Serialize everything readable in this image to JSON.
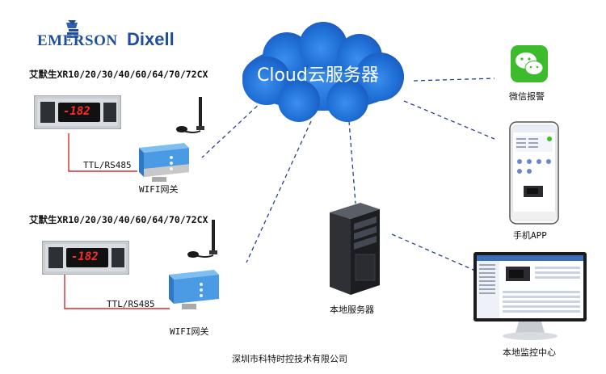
{
  "brands": {
    "emerson": "EMERSON",
    "dixell": "Dixell",
    "colors": {
      "emerson": "#1f4e9c",
      "dixell": "#1f4e9c"
    }
  },
  "cloud": {
    "label": "Cloud云服务器",
    "color": "#1e6fd6"
  },
  "controllers": [
    {
      "model": "艾默生XR10/20/30/40/60/64/70/72CX",
      "display": "-182",
      "link": "TTL/RS485",
      "gateway": "WIFI网关"
    },
    {
      "model": "艾默生XR10/20/30/40/60/64/70/72CX",
      "display": "-182",
      "link": "TTL/RS485",
      "gateway": "WIFI网关"
    }
  ],
  "endpoints": {
    "wechat": "微信报警",
    "phone": "手机APP",
    "server": "本地服务器",
    "monitor": "本地监控中心"
  },
  "footer": "深圳市科特时控技术有限公司",
  "colors": {
    "link_line": "#d62b2b",
    "dashed": "#2a3f8f",
    "gateway_blue": "#3d8fdc"
  }
}
